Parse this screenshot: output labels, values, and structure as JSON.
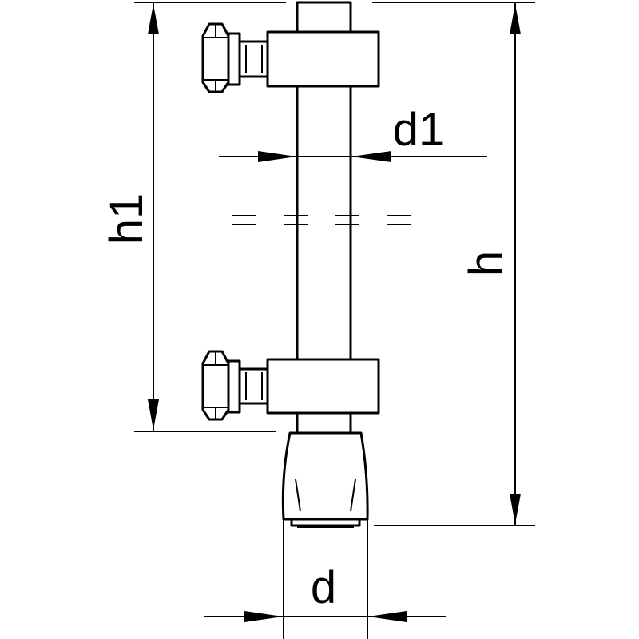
{
  "dimensions": {
    "h1": "h1",
    "h": "h",
    "d1": "d1",
    "d": "d"
  }
}
